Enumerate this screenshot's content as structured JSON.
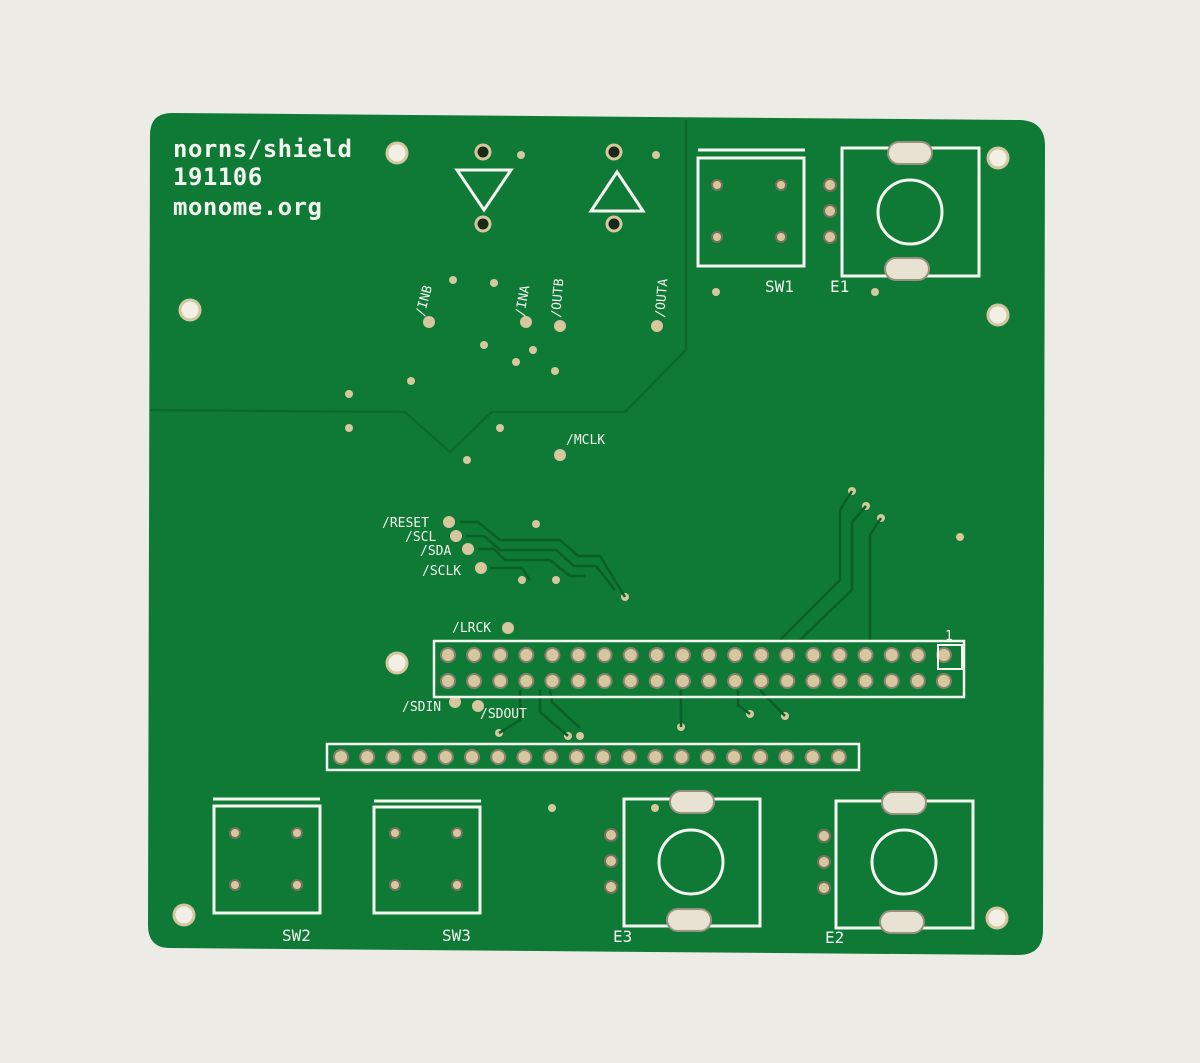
{
  "board": {
    "title_lines": [
      "norns/shield",
      "191106",
      "monome.org"
    ],
    "colors": {
      "solder_mask": "#0e7a36",
      "silkscreen": "#f4f6f0",
      "pad": "#d6c79e",
      "background": "#ecebe6"
    }
  },
  "net_labels": {
    "inb": "/INB",
    "ina": "/INA",
    "outb": "/OUTB",
    "outa": "/OUTA",
    "mclk": "/MCLK",
    "reset": "/RESET",
    "scl": "/SCL",
    "sda": "/SDA",
    "sclk": "/SCLK",
    "lrck": "/LRCK",
    "sdin": "/SDIN",
    "sdout": "/SDOUT"
  },
  "header": {
    "pin1_label": "1"
  },
  "components": {
    "sw1": "SW1",
    "e1": "E1",
    "sw2": "SW2",
    "sw3": "SW3",
    "e3": "E3",
    "e2": "E2"
  },
  "icons": [
    "triangle-down-icon",
    "triangle-up-icon"
  ]
}
